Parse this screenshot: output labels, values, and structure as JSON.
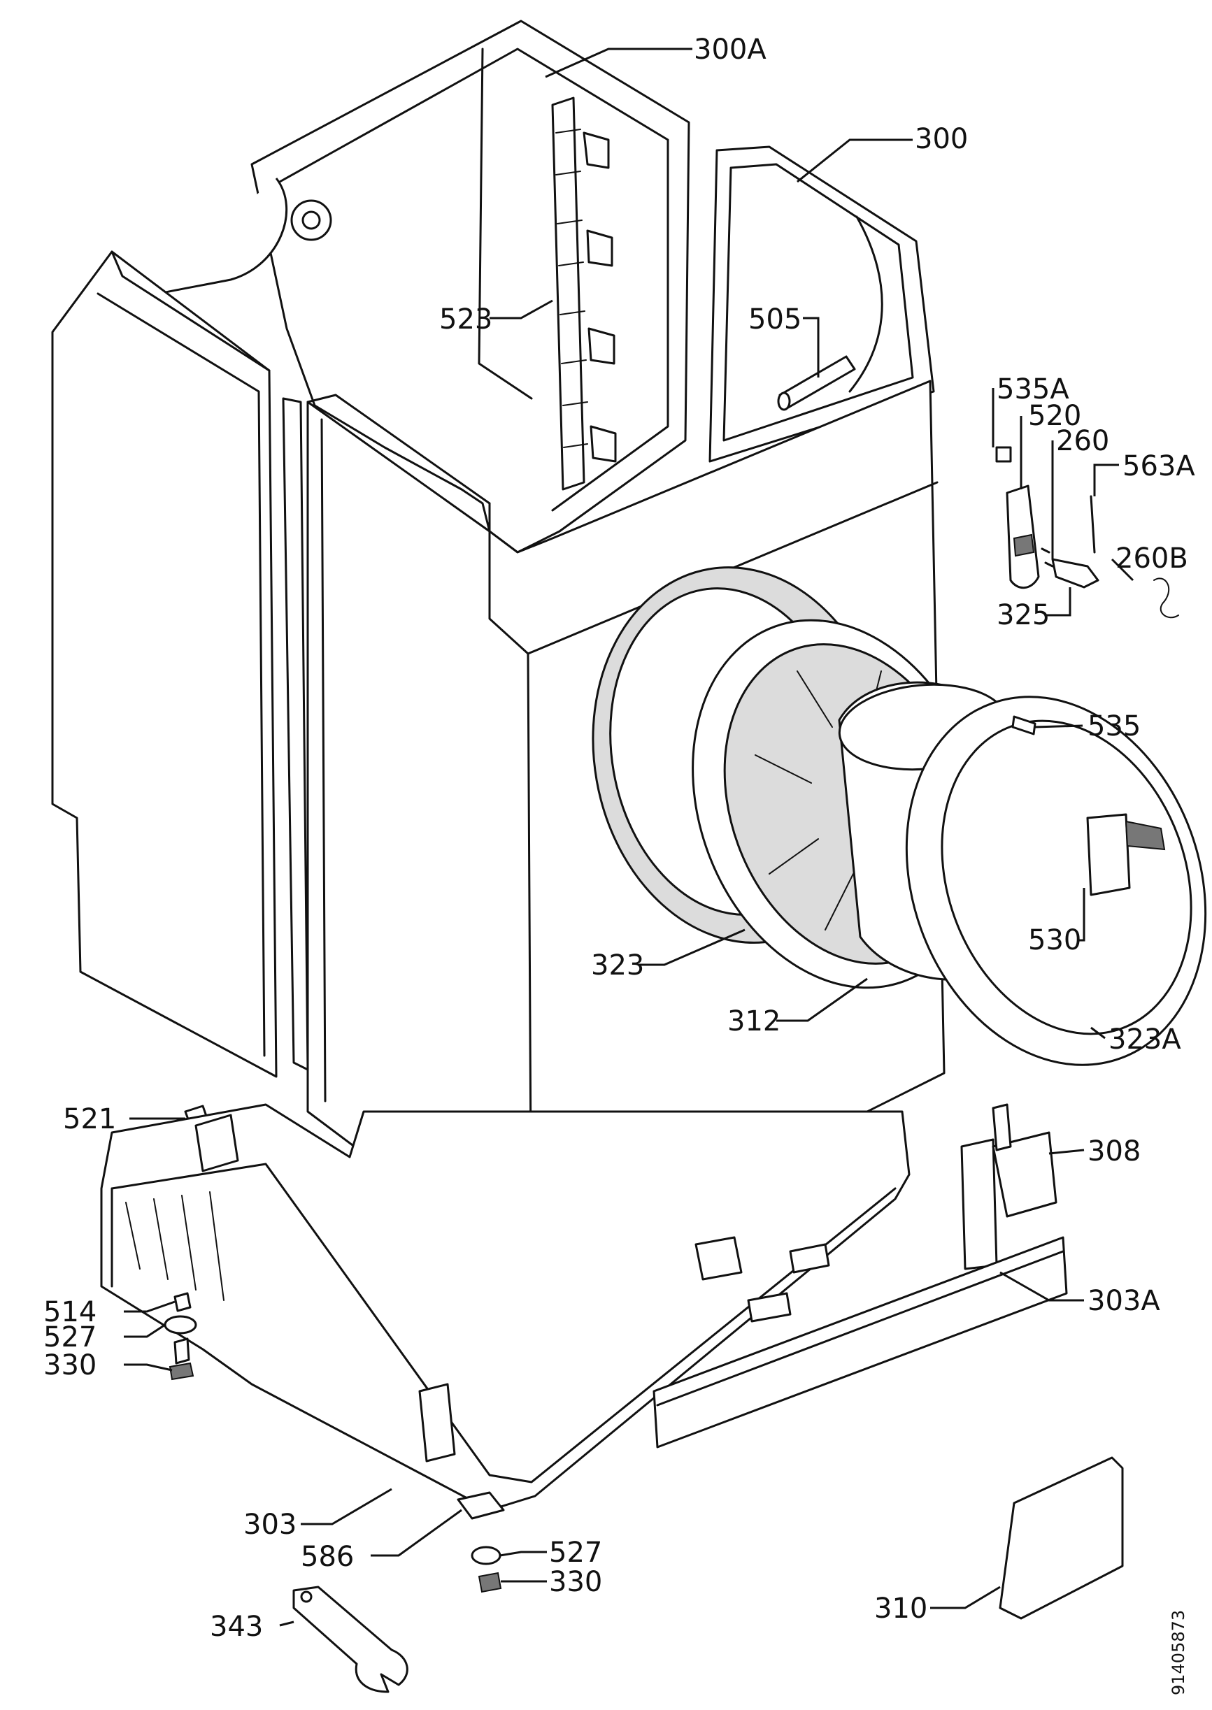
{
  "document_number": "91405873",
  "labels": [
    {
      "id": "300A",
      "text": "300A"
    },
    {
      "id": "300",
      "text": "300"
    },
    {
      "id": "523",
      "text": "523"
    },
    {
      "id": "505",
      "text": "505"
    },
    {
      "id": "535A",
      "text": "535A"
    },
    {
      "id": "520",
      "text": "520"
    },
    {
      "id": "260",
      "text": "260"
    },
    {
      "id": "563A",
      "text": "563A"
    },
    {
      "id": "260B",
      "text": "260B"
    },
    {
      "id": "325",
      "text": "325"
    },
    {
      "id": "535",
      "text": "535"
    },
    {
      "id": "530",
      "text": "530"
    },
    {
      "id": "323",
      "text": "323"
    },
    {
      "id": "312",
      "text": "312"
    },
    {
      "id": "323A",
      "text": "323A"
    },
    {
      "id": "521",
      "text": "521"
    },
    {
      "id": "308",
      "text": "308"
    },
    {
      "id": "303A",
      "text": "303A"
    },
    {
      "id": "514",
      "text": "514"
    },
    {
      "id": "527a",
      "text": "527"
    },
    {
      "id": "330a",
      "text": "330"
    },
    {
      "id": "303",
      "text": "303"
    },
    {
      "id": "586",
      "text": "586"
    },
    {
      "id": "527b",
      "text": "527"
    },
    {
      "id": "330b",
      "text": "330"
    },
    {
      "id": "343",
      "text": "343"
    },
    {
      "id": "310",
      "text": "310"
    }
  ]
}
